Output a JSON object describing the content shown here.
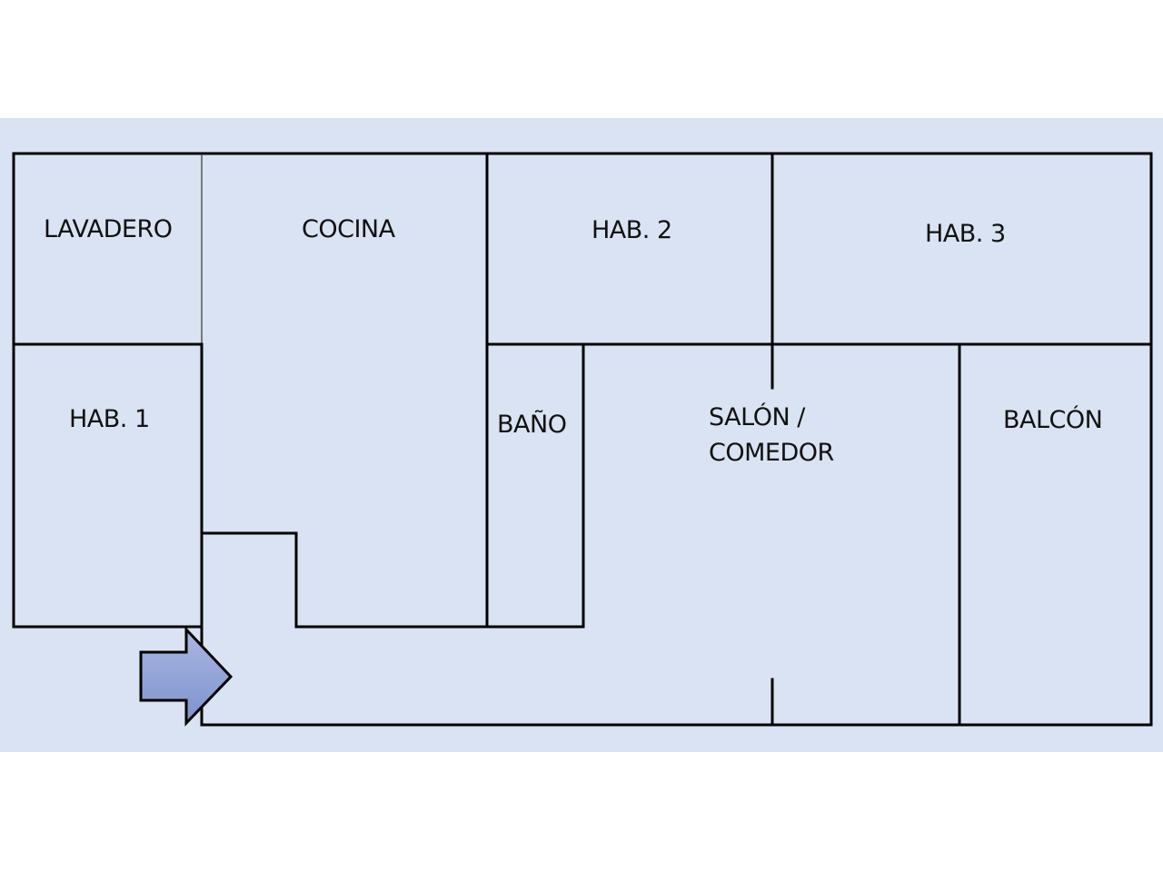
{
  "background_color": "#dae3f3",
  "wall_color": "#000000",
  "arrow": {
    "meaning": "entrance",
    "fill_color": "#8ea2d6"
  },
  "rooms": [
    {
      "id": "lavadero",
      "label": "LAVADERO"
    },
    {
      "id": "cocina",
      "label": "COCINA"
    },
    {
      "id": "hab2",
      "label": "HAB. 2"
    },
    {
      "id": "hab3",
      "label": "HAB. 3"
    },
    {
      "id": "hab1",
      "label": "HAB. 1"
    },
    {
      "id": "bano",
      "label": "BAÑO"
    },
    {
      "id": "salon",
      "label_line1": "SALÓN /",
      "label_line2": "COMEDOR"
    },
    {
      "id": "balcon",
      "label": "BALCÓN"
    }
  ]
}
